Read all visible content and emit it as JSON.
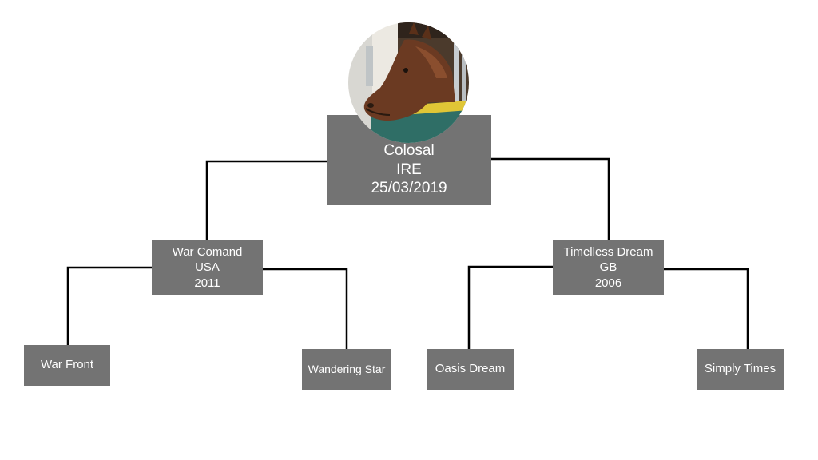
{
  "pedigree": {
    "subject": {
      "name": "Colosal",
      "country": "IRE",
      "date": "25/03/2019",
      "photo_icon": "horse-head-photo"
    },
    "sire": {
      "name": "War Comand",
      "country": "USA",
      "year": "2011",
      "sire": {
        "name": "War Front"
      },
      "dam": {
        "name": "Wandering Star"
      }
    },
    "dam": {
      "name": "Timelless Dream",
      "country": "GB",
      "year": "2006",
      "sire": {
        "name": "Oasis Dream"
      },
      "dam": {
        "name": "Simply Times"
      }
    }
  },
  "colors": {
    "box_fill": "#737373",
    "box_text": "#ffffff",
    "connector": "#000000"
  }
}
